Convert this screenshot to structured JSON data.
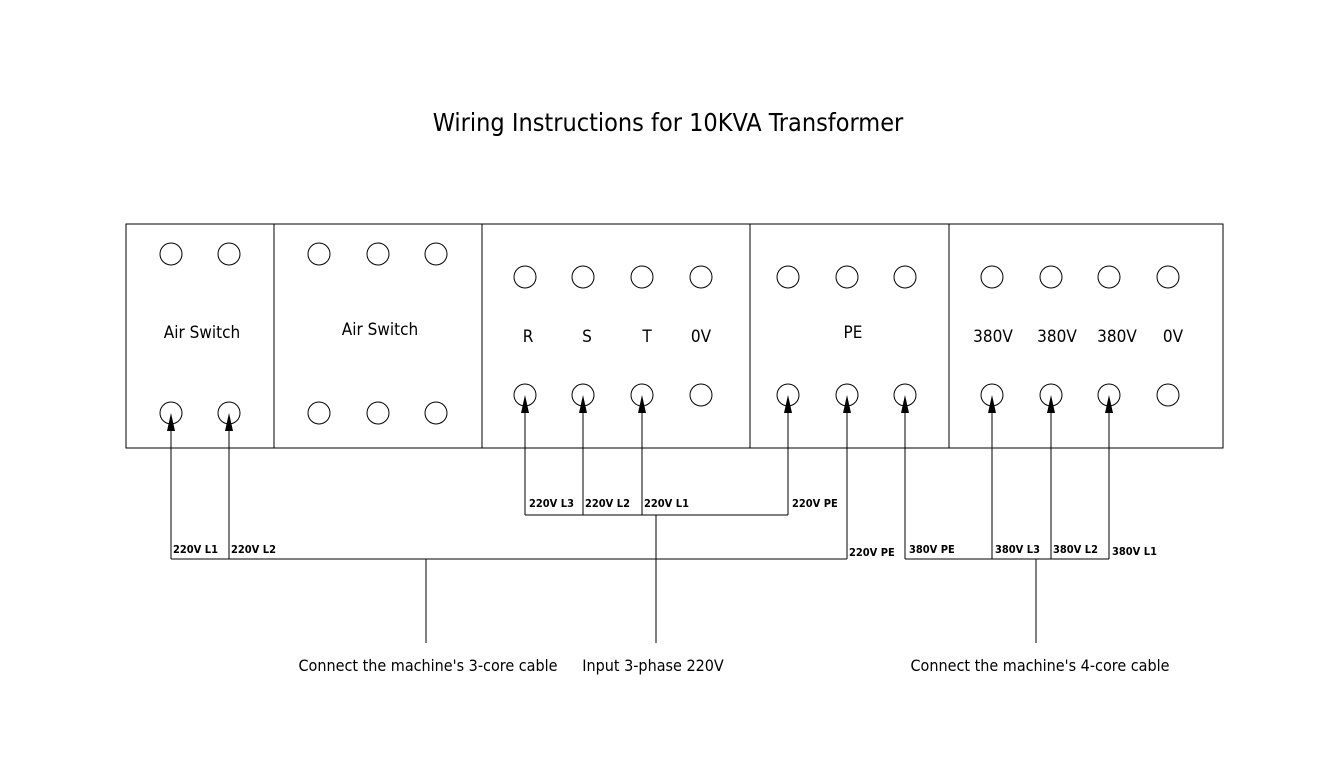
{
  "title": "Wiring Instructions for 10KVA Transformer",
  "panel_labels": {
    "air_switch_1": "Air Switch",
    "air_switch_2": "Air Switch",
    "input_r": "R",
    "input_s": "S",
    "input_t": "T",
    "input_0v": "0V",
    "pe": "PE",
    "out_380v_1": "380V",
    "out_380v_2": "380V",
    "out_380v_3": "380V",
    "out_0v": "0V"
  },
  "wire_labels": {
    "w_220v_l1_out": "220V L1",
    "w_220v_l2_out": "220V L2",
    "w_220v_l3_in": "220V L3",
    "w_220v_l2_in": "220V L2",
    "w_220v_l1_in": "220V L1",
    "w_220v_pe_in": "220V PE",
    "w_220v_pe_out": "220V PE",
    "w_380v_pe": "380V PE",
    "w_380v_l3": "380V L3",
    "w_380v_l2": "380V L2",
    "w_380v_l1": "380V L1"
  },
  "captions": {
    "three_core": "Connect the machine's 3-core cable",
    "input_220": "Input 3-phase 220V",
    "four_core": "Connect the machine's 4-core cable"
  }
}
